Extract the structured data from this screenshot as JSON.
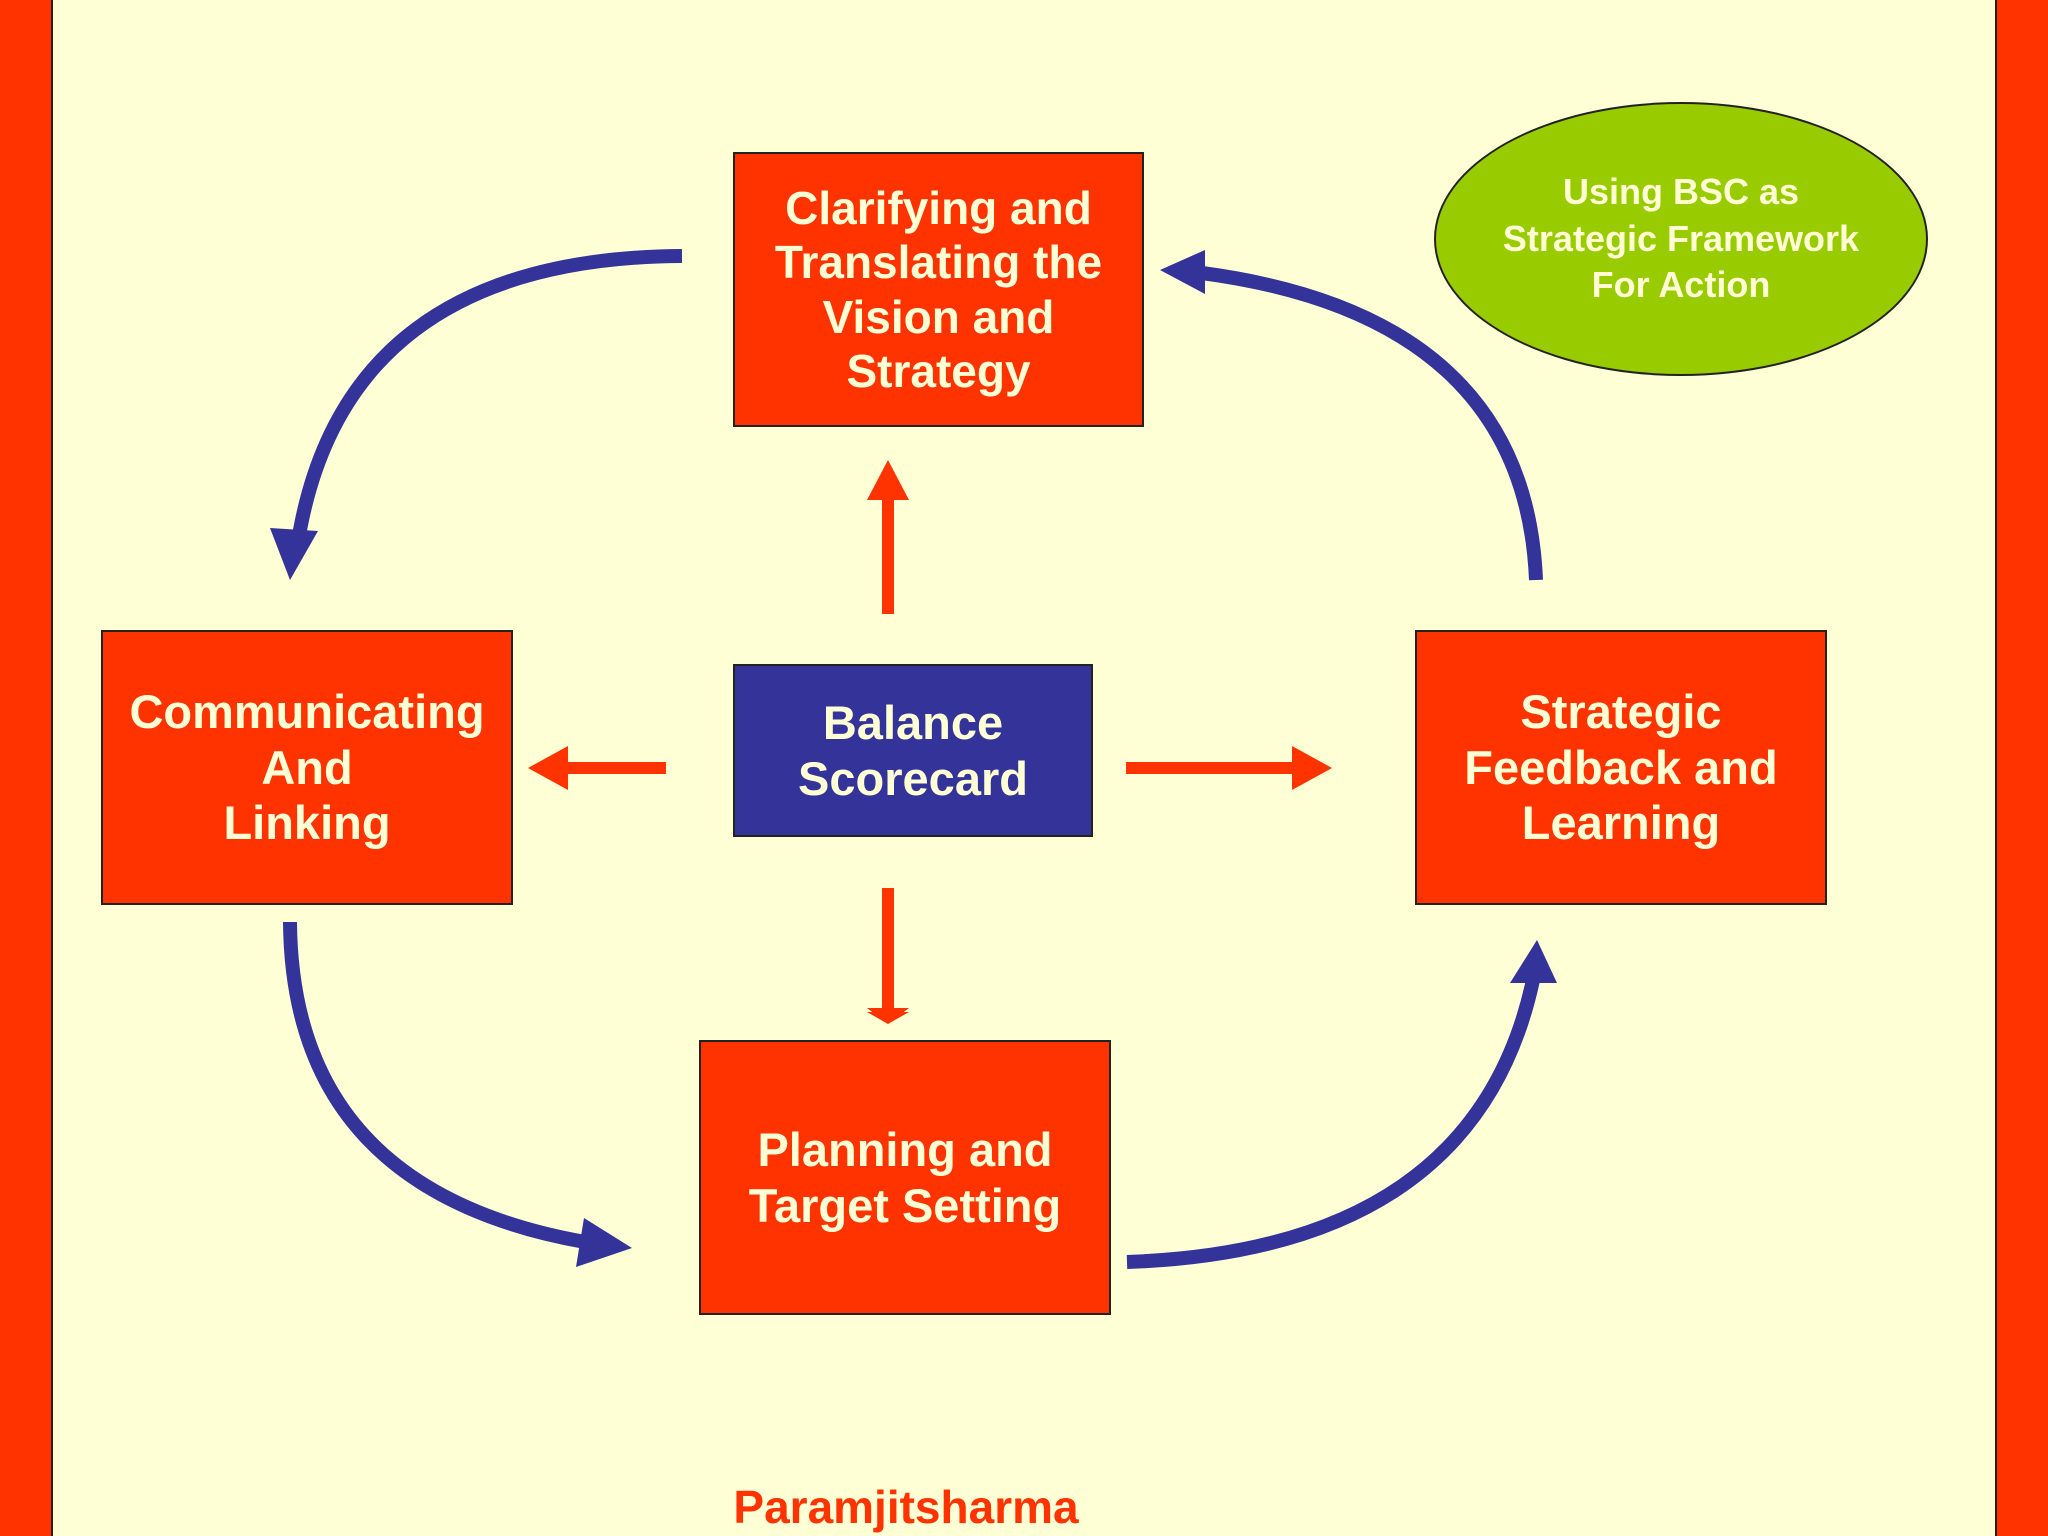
{
  "slide": {
    "boxes": {
      "clarifying": "Clarifying and\nTranslating the\nVision and\nStrategy",
      "communicating": "Communicating\nAnd\nLinking",
      "center": "Balance\nScorecard",
      "feedback": "Strategic\nFeedback and\nLearning",
      "planning": "Planning and\nTarget Setting"
    },
    "callout": "Using BSC as\nStrategic Framework\nFor Action",
    "author": "Paramjitsharma"
  },
  "colors": {
    "background": "#ffffd6",
    "box_fill": "#ff3300",
    "center_fill": "#333399",
    "callout_fill": "#99cc00",
    "cycle_arrow": "#333399",
    "spoke_arrow": "#ff3300",
    "text": "#ffffd6"
  }
}
